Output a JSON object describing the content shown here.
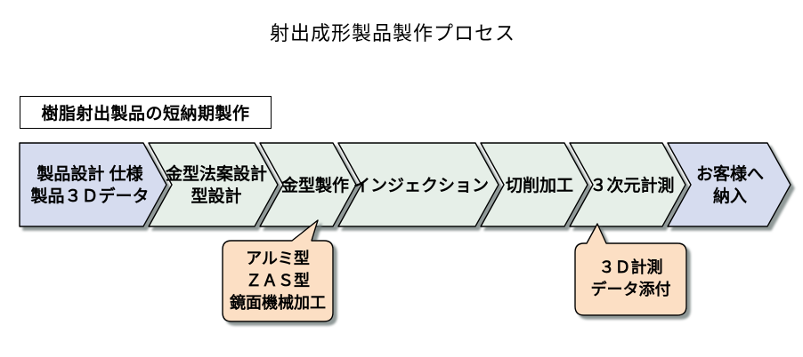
{
  "title": "射出成形製品製作プロセス",
  "banner": {
    "label": "樹脂射出製品の短納期製作"
  },
  "process": {
    "steps": [
      {
        "lines": [
          "製品設計 仕様",
          "製品３Ｄデータ"
        ],
        "fill": "#d6dcef"
      },
      {
        "lines": [
          "金型法案設計",
          "型設計"
        ],
        "fill": "#e6efe8"
      },
      {
        "lines": [
          "金型製作"
        ],
        "fill": "#e6efe8"
      },
      {
        "lines": [
          "インジェクション"
        ],
        "fill": "#e6efe8"
      },
      {
        "lines": [
          "切削加工"
        ],
        "fill": "#e6efe8"
      },
      {
        "lines": [
          "３次元計測"
        ],
        "fill": "#e6efe8"
      },
      {
        "lines": [
          "お客様へ",
          "納入"
        ],
        "fill": "#d6dcef"
      }
    ]
  },
  "callouts": [
    {
      "lines": [
        "アルミ型",
        "ＺＡＳ型",
        "鏡面機械加工"
      ],
      "fill": "#fcdfc4"
    },
    {
      "lines": [
        "３Ｄ計測",
        "データ添付"
      ],
      "fill": "#fcdfc4"
    }
  ],
  "colors": {
    "step_blue": "#d6dcef",
    "step_green": "#e6efe8",
    "callout_peach": "#fcdfc4",
    "outline": "#000000",
    "shadow": "#75807f"
  }
}
